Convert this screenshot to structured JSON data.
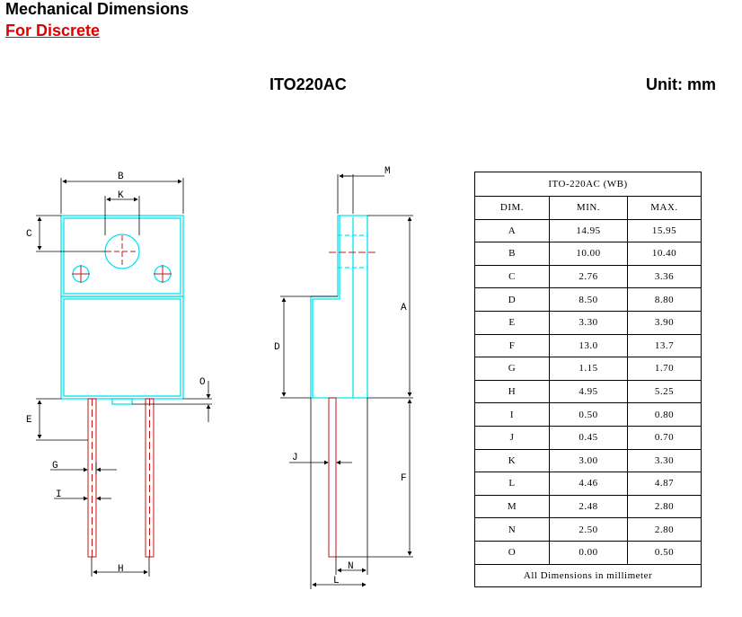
{
  "header": {
    "title": "Mechanical Dimensions",
    "subtitle": "For Discrete",
    "package": "ITO220AC",
    "unit": "Unit: mm"
  },
  "drawing_labels": {
    "B": "B",
    "K": "K",
    "C": "C",
    "E": "E",
    "G": "G",
    "I": "I",
    "H": "H",
    "O": "O",
    "M": "M",
    "A": "A",
    "D": "D",
    "J": "J",
    "F": "F",
    "N": "N",
    "L": "L"
  },
  "table": {
    "title": "ITO-220AC (WB)",
    "headers": [
      "DIM.",
      "MIN.",
      "MAX."
    ],
    "rows": [
      [
        "A",
        "14.95",
        "15.95"
      ],
      [
        "B",
        "10.00",
        "10.40"
      ],
      [
        "C",
        "2.76",
        "3.36"
      ],
      [
        "D",
        "8.50",
        "8.80"
      ],
      [
        "E",
        "3.30",
        "3.90"
      ],
      [
        "F",
        "13.0",
        "13.7"
      ],
      [
        "G",
        "1.15",
        "1.70"
      ],
      [
        "H",
        "4.95",
        "5.25"
      ],
      [
        "I",
        "0.50",
        "0.80"
      ],
      [
        "J",
        "0.45",
        "0.70"
      ],
      [
        "K",
        "3.00",
        "3.30"
      ],
      [
        "L",
        "4.46",
        "4.87"
      ],
      [
        "M",
        "2.48",
        "2.80"
      ],
      [
        "N",
        "2.50",
        "2.80"
      ],
      [
        "O",
        "0.00",
        "0.50"
      ]
    ],
    "footer": "All Dimensions in millimeter"
  },
  "colors": {
    "outline": "#00e5ee",
    "lead": "#c01818",
    "dim": "#000000",
    "subtitle": "#e00000"
  }
}
